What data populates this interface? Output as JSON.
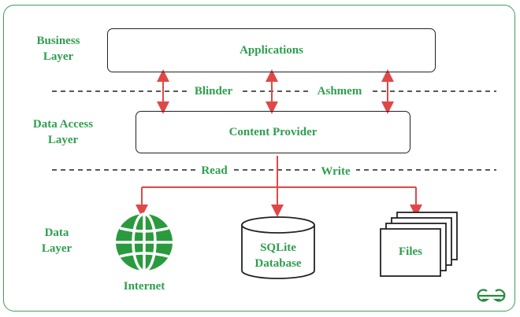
{
  "layers": {
    "business": "Business\nLayer",
    "data_access": "Data Access\nLayer",
    "data": "Data\nLayer"
  },
  "boxes": {
    "applications": "Applications",
    "content_provider": "Content Provider"
  },
  "connectors": {
    "blinder": "Blinder",
    "ashmem": "Ashmem",
    "read": "Read",
    "write": "Write"
  },
  "sources": {
    "internet": "Internet",
    "sqlite": "SQLite\nDatabase",
    "files": "Files"
  },
  "logo": "GG",
  "colors": {
    "green": "#2e9e4e",
    "arrow": "#e04848",
    "frame": "#3aa05a"
  }
}
